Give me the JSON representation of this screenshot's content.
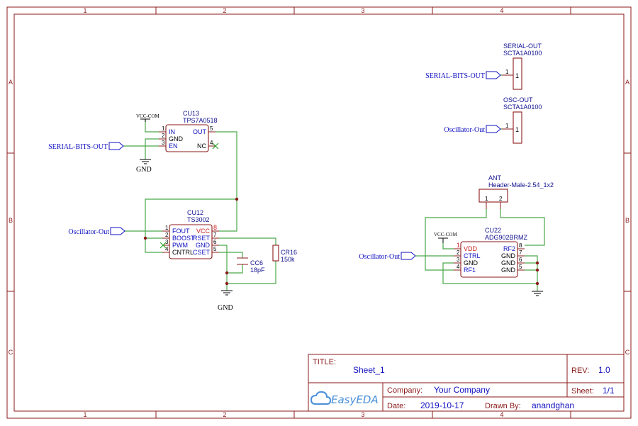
{
  "frame": {
    "col_labels": [
      "1",
      "2",
      "3",
      "4"
    ],
    "row_labels": [
      "A",
      "B",
      "C"
    ]
  },
  "components": {
    "cu13": {
      "ref": "CU13",
      "part": "TPS7A0518",
      "pins_left": [
        {
          "num": "1",
          "name": "IN"
        },
        {
          "num": "2",
          "name": "GND"
        },
        {
          "num": "3",
          "name": "EN"
        }
      ],
      "pins_right": [
        {
          "num": "5",
          "name": "OUT"
        },
        {
          "num": "4",
          "name": "NC"
        }
      ]
    },
    "cu12": {
      "ref": "CU12",
      "part": "TS3002",
      "pins_left": [
        {
          "num": "1",
          "name": "FOUT"
        },
        {
          "num": "2",
          "name": "BOOST"
        },
        {
          "num": "3",
          "name": "PWM"
        },
        {
          "num": "4",
          "name": "CNTRL"
        }
      ],
      "pins_right": [
        {
          "num": "8",
          "name": "VCC"
        },
        {
          "num": "7",
          "name": "RSET"
        },
        {
          "num": "6",
          "name": "GND"
        },
        {
          "num": "5",
          "name": "CSET"
        }
      ]
    },
    "cc6": {
      "ref": "CC6",
      "value": "18pF"
    },
    "cr16": {
      "ref": "CR16",
      "value": "150k"
    },
    "serial_out": {
      "ref": "SERIAL-OUT",
      "part": "SCTA1A0100",
      "pin": "1"
    },
    "osc_out": {
      "ref": "OSC-OUT",
      "part": "SCTA1A0100",
      "pin": "1"
    },
    "ant": {
      "ref": "ANT",
      "part": "Header-Male-2.54_1x2",
      "pins": [
        "1",
        "2"
      ]
    },
    "cu22": {
      "ref": "CU22",
      "part": "ADG902BRMZ",
      "pins_left": [
        {
          "num": "1",
          "name": "VDD"
        },
        {
          "num": "2",
          "name": "CTRL"
        },
        {
          "num": "3",
          "name": "GND"
        },
        {
          "num": "4",
          "name": "RF1"
        }
      ],
      "pins_right": [
        {
          "num": "8",
          "name": "RF2"
        },
        {
          "num": "7",
          "name": "GND"
        },
        {
          "num": "6",
          "name": "GND"
        },
        {
          "num": "5",
          "name": "GND"
        }
      ]
    }
  },
  "nets": {
    "vcc": "VCC-COM",
    "gnd": "GND",
    "serial_bits": "SERIAL-BITS-OUT",
    "osc": "Oscillator-Out"
  },
  "title_block": {
    "title_label": "TITLE:",
    "title_value": "Sheet_1",
    "rev_label": "REV:",
    "rev_value": "1.0",
    "company_label": "Company:",
    "company_value": "Your Company",
    "sheet_label": "Sheet:",
    "sheet_value": "1/1",
    "date_label": "Date:",
    "date_value": "2019-10-17",
    "drawn_label": "Drawn By:",
    "drawn_value": "anandghan",
    "logo": "EasyEDA"
  },
  "colors": {
    "frame": "#8b1a1a",
    "wire": "#4aa84a",
    "net_label": "#1010c0",
    "pin_power": "#cc2020"
  }
}
